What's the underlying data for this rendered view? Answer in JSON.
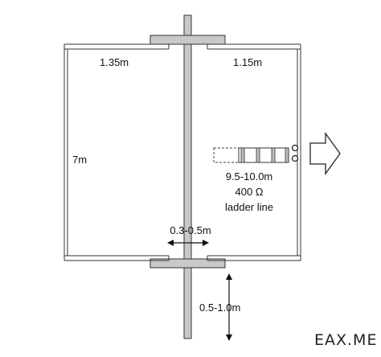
{
  "diagram": {
    "labels": {
      "top_left_width": "1.35m",
      "top_right_width": "1.15m",
      "height": "7m",
      "line_length": "9.5-10.0m",
      "impedance": "400 Ω",
      "line_type": "ladder line",
      "gap": "0.3-0.5m",
      "mast_height": "0.5-1.0m"
    },
    "watermark": "EAX.ME",
    "colors": {
      "mast_fill": "#c8c8c8",
      "wire": "#333333",
      "line": "#222222"
    },
    "icons": {
      "feed_arrow": "arrow-right-icon",
      "dimension_horizontal": "double-arrow-horizontal-icon",
      "dimension_vertical": "double-arrow-vertical-icon"
    }
  }
}
